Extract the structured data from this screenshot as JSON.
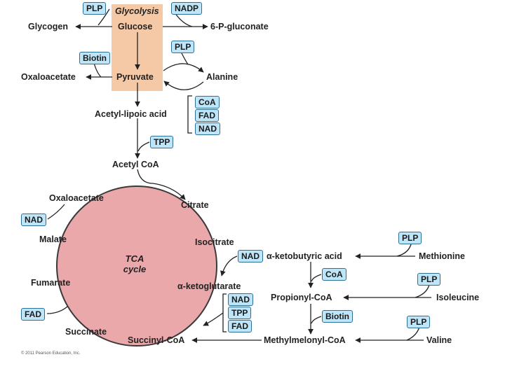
{
  "glycolysis": {
    "title": "Glycolysis",
    "glucose": "Glucose",
    "pyruvate": "Pyruvate",
    "glycogen": "Glycogen",
    "gluconate": "6-P-gluconate",
    "oxaloacetate": "Oxaloacetate",
    "alanine": "Alanine",
    "box_color": "#f6c9a6"
  },
  "link": {
    "acetyl_lipoic": "Acetyl-lipoic acid",
    "acetyl_coa": "Acetyl CoA"
  },
  "tca": {
    "title_line1": "TCA",
    "title_line2": "cycle",
    "circle_color": "#eaa8ab",
    "oxaloacetate": "Oxaloacetate",
    "citrate": "Citrate",
    "isocitrate": "Isocitrate",
    "ketoglutarate": "α-ketoglutarate",
    "succinyl_coa": "Succinyl-CoA",
    "succinate": "Succinate",
    "fumarate": "Fumarate",
    "malate": "Malate"
  },
  "amino": {
    "ketobutyric": "α-ketobutyric acid",
    "methionine": "Methionine",
    "propionyl": "Propionyl-CoA",
    "isoleucine": "Isoleucine",
    "methylmalonyl": "Methylmelonyl-CoA",
    "valine": "Valine"
  },
  "cofactors": {
    "plp": "PLP",
    "nadp": "NADP",
    "biotin": "Biotin",
    "coa": "CoA",
    "fad": "FAD",
    "nad": "NAD",
    "tpp": "TPP",
    "box_color": "#bfe6f8",
    "border_color": "#2e6f95"
  },
  "credit": "© 2011 Pearson Education, Inc."
}
